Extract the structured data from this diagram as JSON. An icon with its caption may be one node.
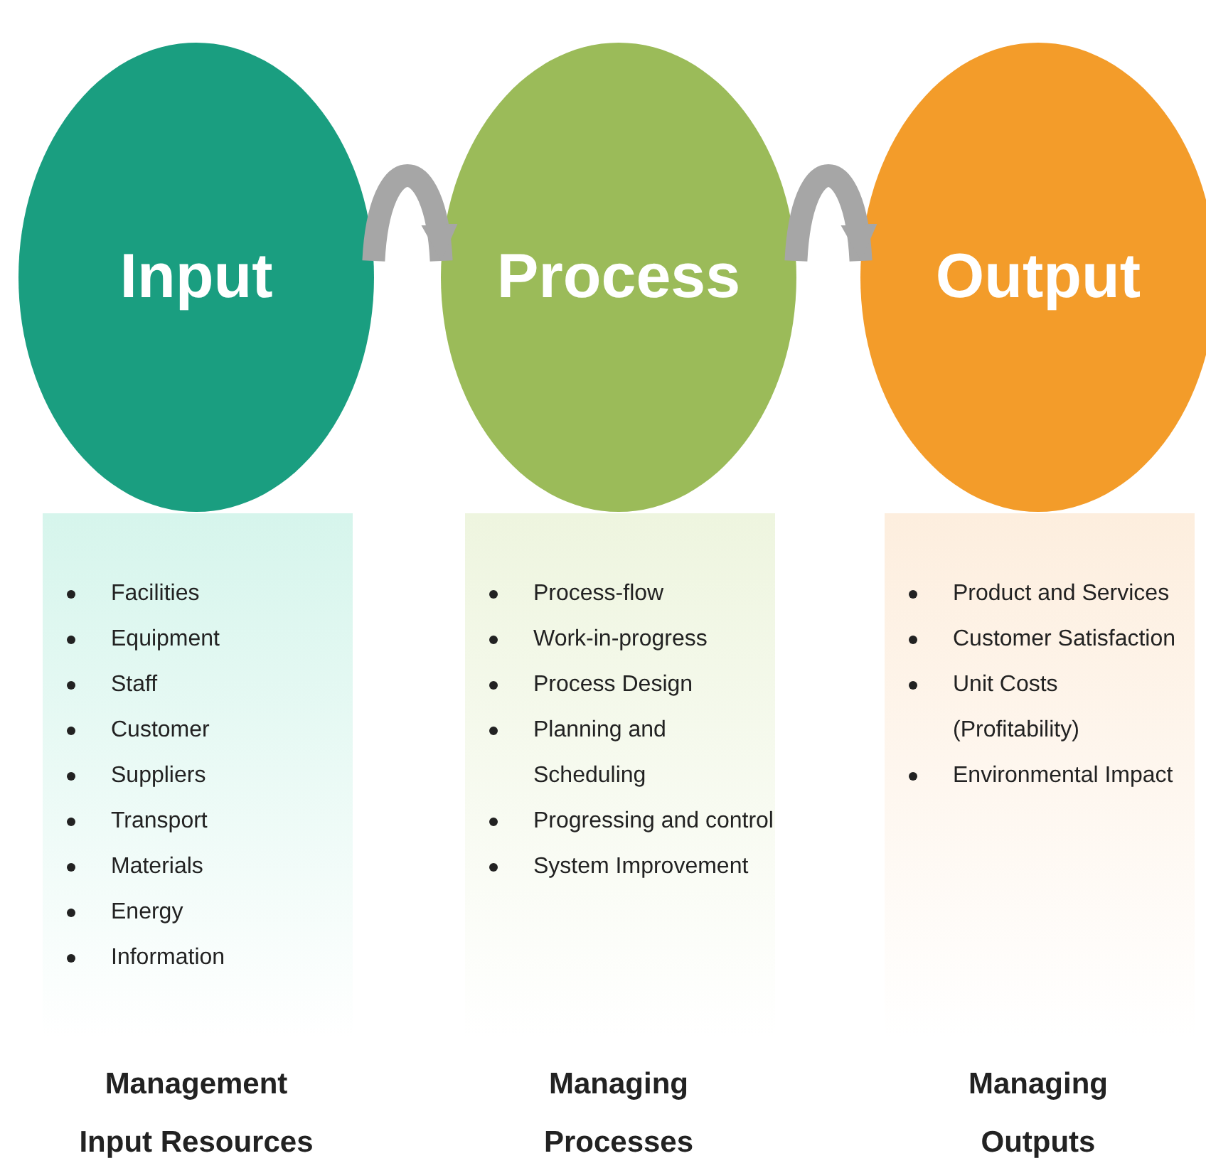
{
  "diagram": {
    "nodes": [
      {
        "text": [
          "Input"
        ]
      },
      {
        "text": [
          "Process"
        ]
      },
      {
        "text": [
          "Output"
        ]
      },
      {
        "text": [
          "Facilities",
          "Equipment",
          "Staff",
          "Customer",
          "Suppliers",
          "Transport",
          "Materials",
          "Energy",
          "Information"
        ]
      },
      {
        "text": [
          "Process-flow",
          "Work-in-progress",
          "Process Design",
          "Planning and Scheduling",
          "Progressing and control",
          "System Improvement"
        ]
      },
      {
        "text": [
          "Product and Services",
          "Customer Satisfaction",
          "Unit Costs (Profitability)",
          "Environmental Impact"
        ]
      }
    ],
    "edges": [
      {
        "from": 0,
        "to": 1,
        "arrow": "to"
      },
      {
        "from": 1,
        "to": 2,
        "arrow": "to"
      }
    ],
    "labels": [
      "Management Input Resources",
      "Managing Processes",
      "Managing Outputs"
    ]
  }
}
